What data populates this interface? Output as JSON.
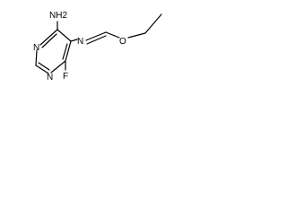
{
  "molecule": {
    "atoms": {
      "amine": "NH2",
      "imine_nitrogen": "N",
      "ether_oxygen": "O",
      "ring_nitrogen_1": "N",
      "ring_nitrogen_2": "N",
      "fluorine": "F"
    }
  }
}
